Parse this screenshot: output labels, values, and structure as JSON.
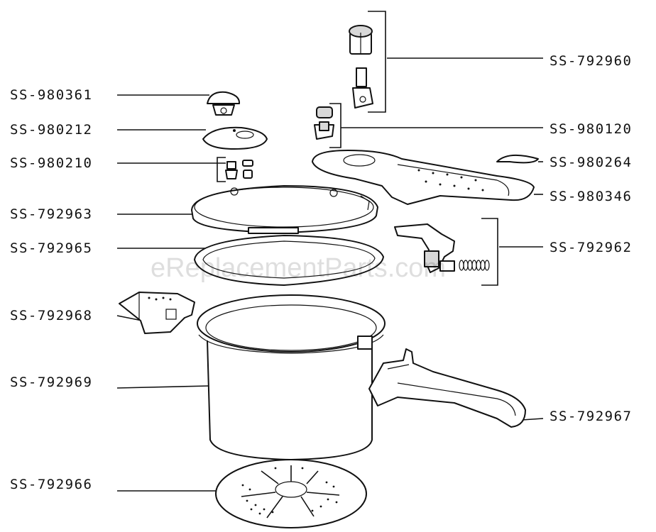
{
  "diagram": {
    "watermark": "eReplacementParts.com",
    "labels": {
      "lid_valve": "SS-980361",
      "valve_cover": "SS-980212",
      "valve_small_parts": "SS-980210",
      "lid": "SS-792963",
      "gasket": "SS-792965",
      "helper_handle": "SS-792968",
      "pot_body": "SS-792969",
      "steam_basket": "SS-792966",
      "pressure_regulator": "SS-792960",
      "safety_valve": "SS-980120",
      "handle_seal": "SS-980264",
      "lid_handle": "SS-980346",
      "locking_mechanism": "SS-792962",
      "main_handle": "SS-792967"
    }
  }
}
